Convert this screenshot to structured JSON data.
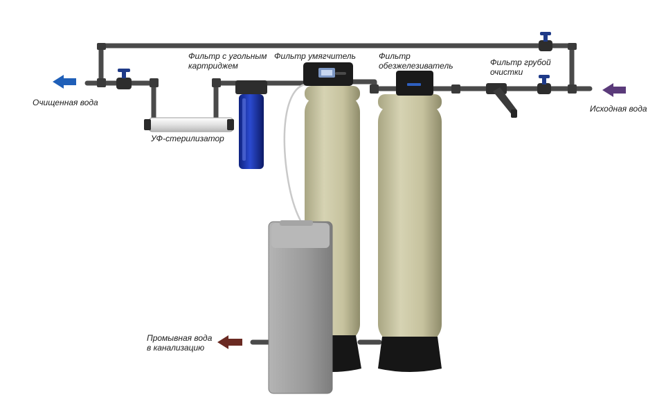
{
  "labels": {
    "treated_water": "Очищенная вода",
    "uv_sterilizer": "УФ-стерилизатор",
    "carbon_filter_line1": "Фильтр с угольным",
    "carbon_filter_line2": "картриджем",
    "softener_filter": "Фильтр умягчитель",
    "iron_filter_line1": "Фильтр",
    "iron_filter_line2": "обезжелезиватель",
    "coarse_filter_line1": "Фильтр грубой",
    "coarse_filter_line2": "очистки",
    "source_water": "Исходная вода",
    "drain_line1": "Промывная вода",
    "drain_line2": "в канализацию"
  },
  "colors": {
    "pipe": "#4a4a4a",
    "tank": "#c8c5a2",
    "tank_base": "#161616",
    "brine_tank": "#9d9d9d",
    "carbon_housing": "#1b35a8",
    "uv_body": "#ececec",
    "arrow_out": "#1f5fb8",
    "arrow_in": "#5a3a7a",
    "arrow_drain": "#6a2a22",
    "valve_handle": "#1e3a88"
  }
}
